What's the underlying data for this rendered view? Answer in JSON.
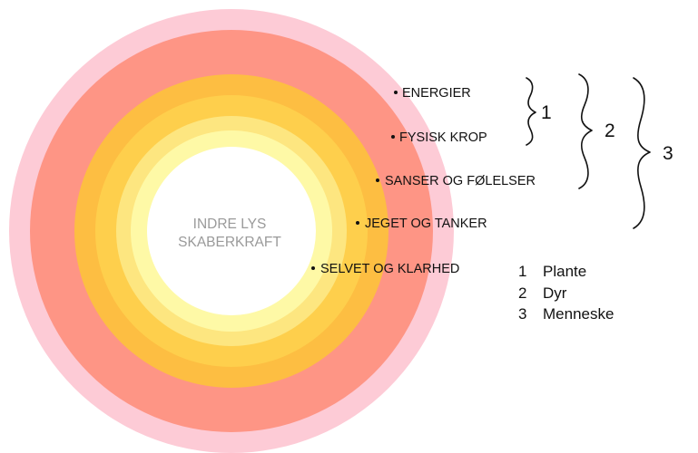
{
  "diagram": {
    "core_label_lines": [
      "INDRE LYS",
      "SKABERKRAFT"
    ],
    "rings": [
      {
        "label": "ENERGIER",
        "color": "#fdcbd6"
      },
      {
        "label": "FYSISK KROP",
        "color": "#fe9585"
      },
      {
        "label": "SANSER OG FØLELSER",
        "color": "#fdbe42"
      },
      {
        "label": "JEGET OG TANKER",
        "color": "#fecf4c"
      },
      {
        "label": "SELVET OG KLARHED",
        "color": "#fde680"
      }
    ],
    "inner_glow_color": "#fef9a6",
    "core_color": "#ffffff",
    "braces": [
      {
        "number": "1"
      },
      {
        "number": "2"
      },
      {
        "number": "3"
      }
    ],
    "legend": [
      {
        "number": "1",
        "text": "Plante"
      },
      {
        "number": "2",
        "text": "Dyr"
      },
      {
        "number": "3",
        "text": "Menneske"
      }
    ]
  }
}
